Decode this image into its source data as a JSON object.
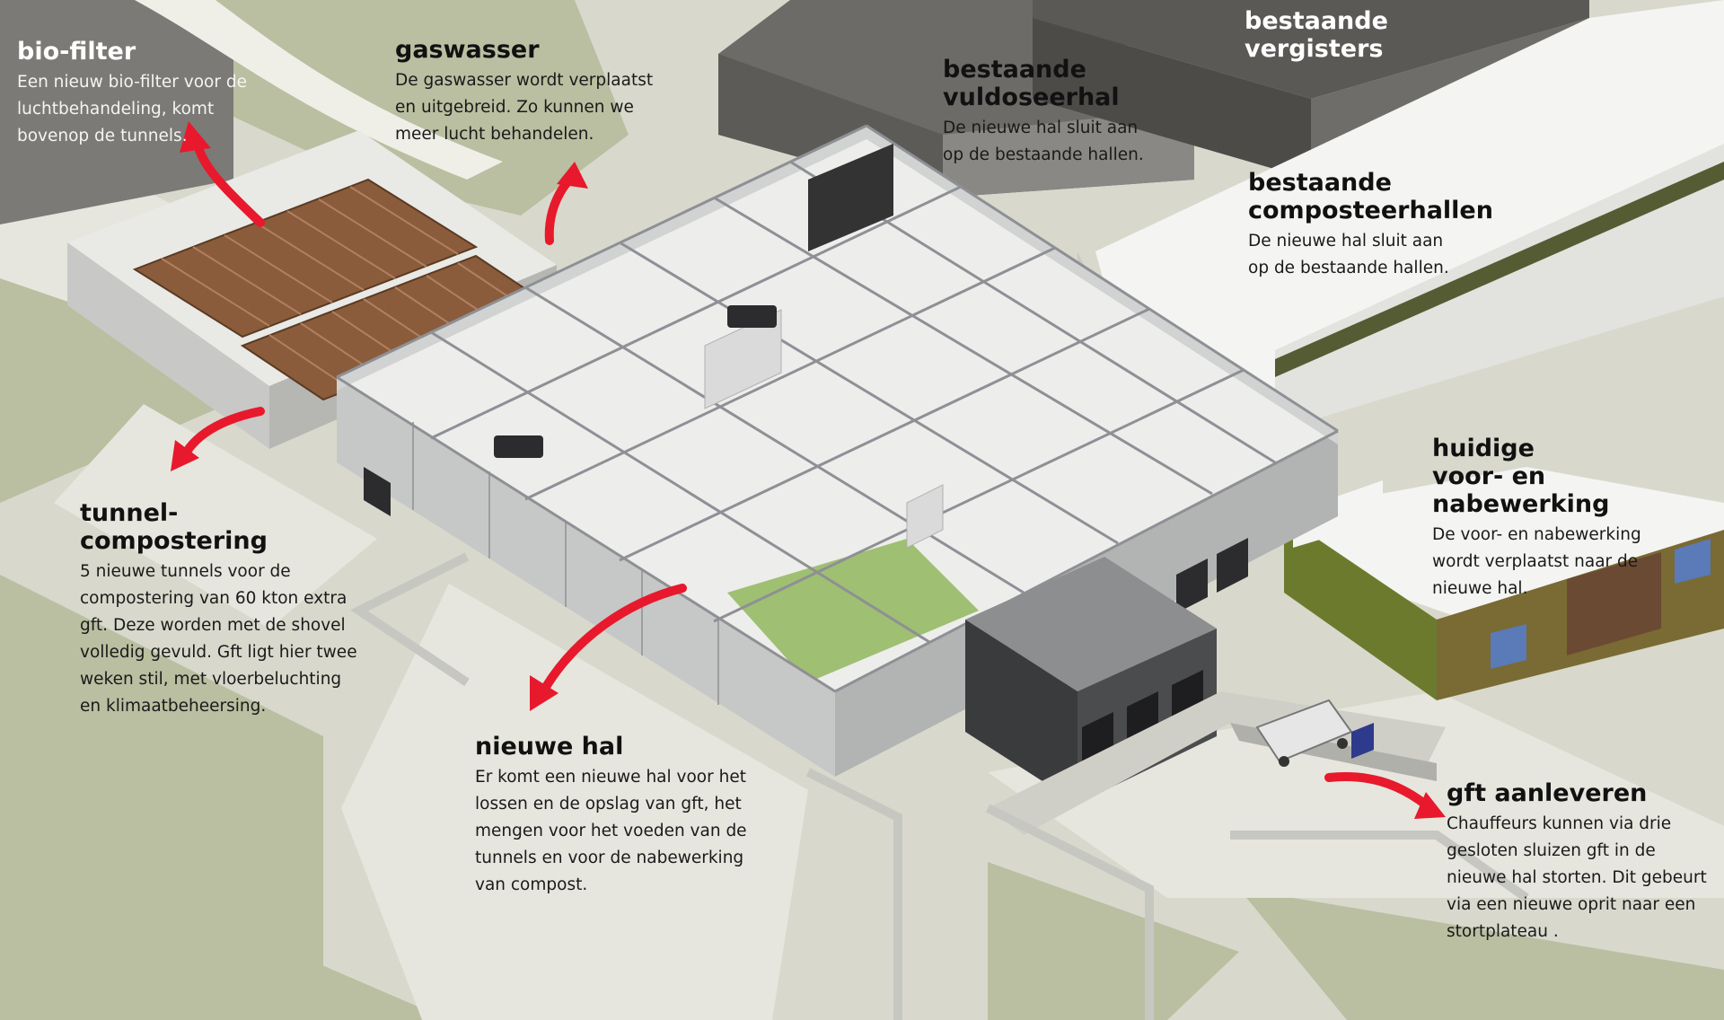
{
  "labels": {
    "biofilter": {
      "title": "bio-filter",
      "text": "Een nieuw bio-filter voor de\nluchtbehandeling, komt\nbovenop de tunnels."
    },
    "gaswasser": {
      "title": "gaswasser",
      "text": "De gaswasser wordt verplaatst\nen uitgebreid. Zo kunnen we\nmeer lucht behandelen."
    },
    "vuldoseerhal": {
      "title": "bestaande\nvuldoseerhal",
      "text": "De nieuwe hal sluit aan\nop de bestaande hallen."
    },
    "vergisters": {
      "title": "bestaande\nvergisters"
    },
    "composteerhallen": {
      "title": "bestaande\ncomposteerhallen",
      "text": "De nieuwe hal sluit aan\nop de bestaande hallen."
    },
    "nabewerking": {
      "title": "huidige\nvoor- en nabewerking",
      "text": "De voor- en nabewerking\nwordt verplaatst naar de\nnieuwe hal."
    },
    "tunnelcompostering": {
      "title": "tunnel-\ncompostering",
      "text": "5 nieuwe tunnels voor de\ncompostering van 60 kton extra\ngft. Deze worden met de shovel\nvolledig gevuld. Gft ligt hier twee\nweken stil, met vloerbeluchting\nen klimaatbeheersing."
    },
    "nieuwehal": {
      "title": "nieuwe hal",
      "text": "Er komt een nieuwe hal voor het\nlossen en de opslag van gft, het\nmengen voor het voeden van de\ntunnels en voor de nabewerking\nvan compost."
    },
    "gftaanleveren": {
      "title": "gft aanleveren",
      "text": "Chauffeurs kunnen via drie\ngesloten sluizen gft in de\nnieuwe hal storten. Dit gebeurt\nvia een nieuwe oprit naar een\nstortplateau ."
    }
  },
  "colors": {
    "ground": "#d8d9cc",
    "grass": "#b9bfa0",
    "road": "#e4e4dc",
    "wall": "#c6c7c7",
    "roof_existing": "#777571",
    "arrow": "#e8192c",
    "biofilter": "#8a5c3c",
    "green_floor": "#9fbf72",
    "olive": "#6c7a2d",
    "brown": "#6b4a34"
  }
}
